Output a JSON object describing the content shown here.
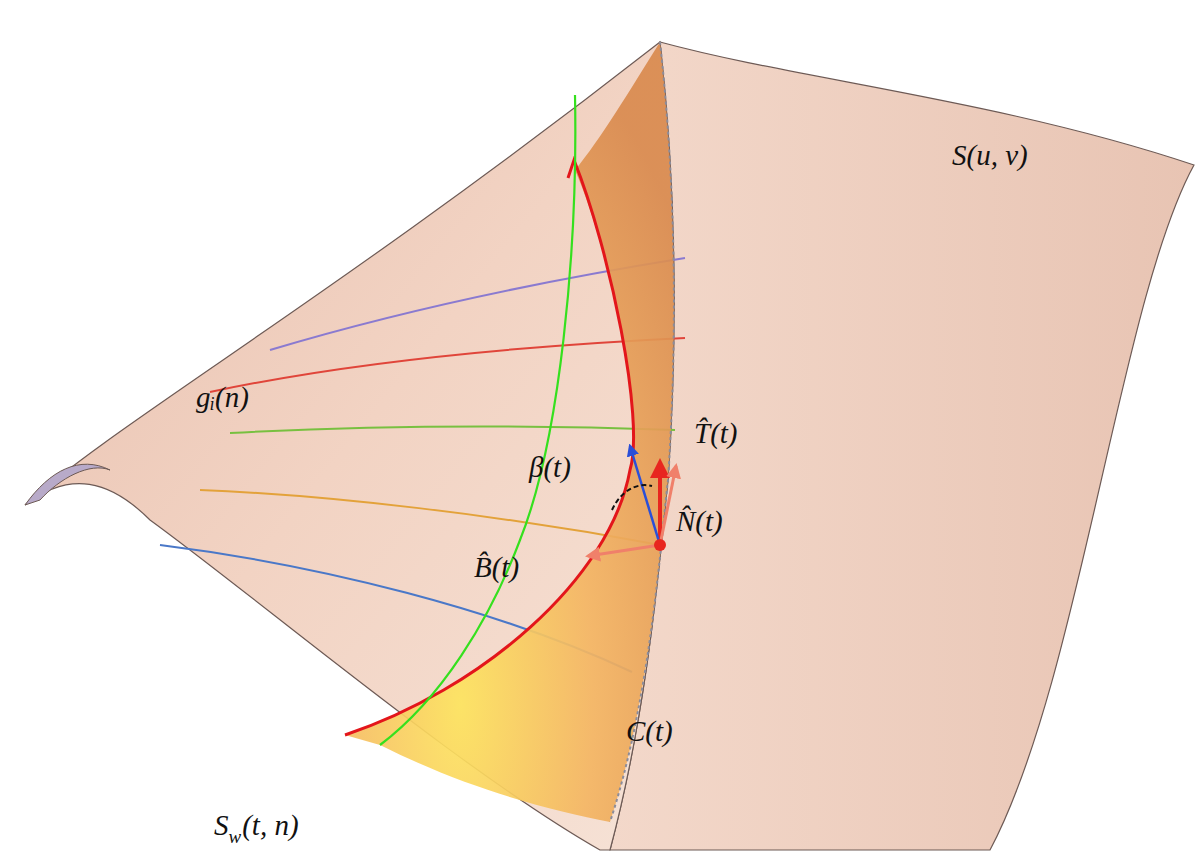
{
  "diagram": {
    "labels": [
      "S(u, v)",
      "gᵢ(n)",
      "T̂(t)",
      "β(t)",
      "N̂(t)",
      "B̂(t)",
      "C(t)",
      "S",
      "w",
      "(t, n)"
    ]
  }
}
